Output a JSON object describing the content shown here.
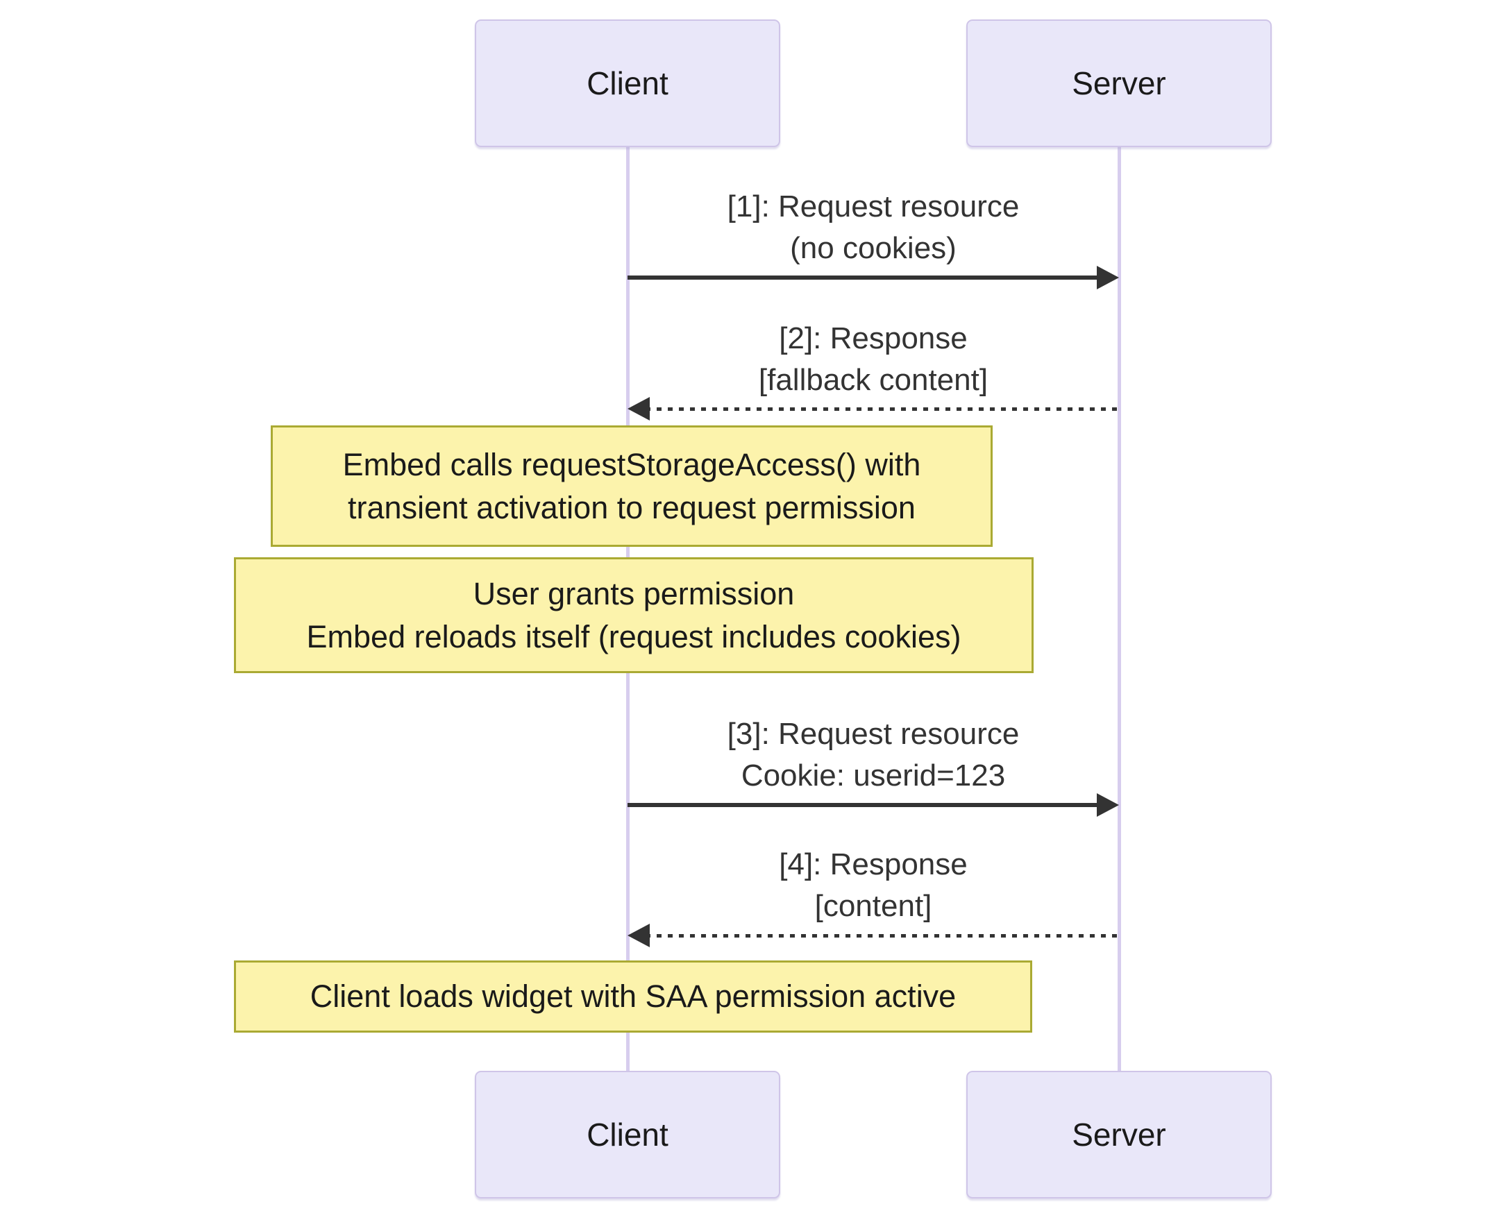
{
  "colors": {
    "background": "#FFFFFF",
    "actor_fill": "#E9E7F9",
    "actor_border": "#CFC5E8",
    "lifeline": "#D7CDEE",
    "note_fill": "#FCF3AC",
    "note_border": "#AAAA33",
    "arrow": "#333333",
    "message_text": "#333333",
    "note_text": "#1A1A1A"
  },
  "actors": {
    "client": {
      "label": "Client"
    },
    "server": {
      "label": "Server"
    }
  },
  "messages": [
    {
      "lines": [
        "[1]: Request resource",
        "(no cookies)"
      ],
      "from": "Client",
      "to": "Server",
      "style": "solid"
    },
    {
      "lines": [
        "[2]: Response",
        "[fallback content]"
      ],
      "from": "Server",
      "to": "Client",
      "style": "dotted"
    },
    {
      "lines": [
        "[3]: Request resource",
        "Cookie: userid=123"
      ],
      "from": "Client",
      "to": "Server",
      "style": "solid"
    },
    {
      "lines": [
        "[4]: Response",
        "[content]"
      ],
      "from": "Server",
      "to": "Client",
      "style": "dotted"
    }
  ],
  "notes": [
    {
      "lines": [
        "Embed calls requestStorageAccess() with",
        "transient activation to request permission"
      ]
    },
    {
      "lines": [
        "User grants permission",
        "Embed reloads itself (request includes cookies)"
      ]
    },
    {
      "lines": [
        "Client loads widget with SAA permission active"
      ]
    }
  ]
}
